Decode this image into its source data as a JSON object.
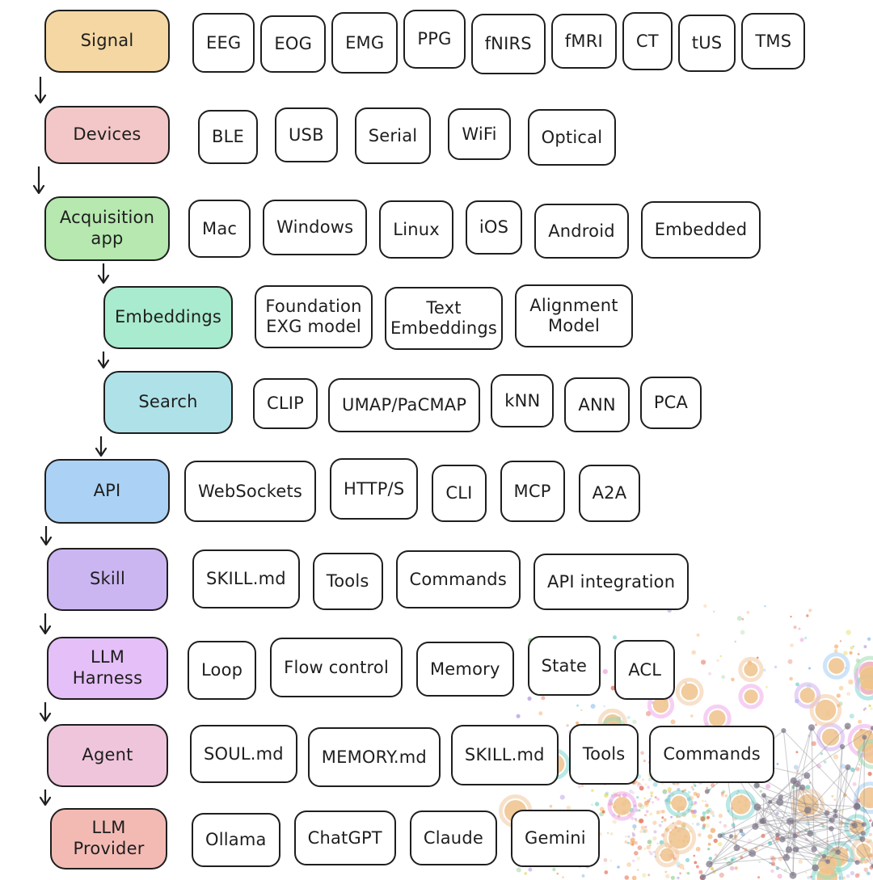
{
  "diagram": {
    "rows": [
      {
        "id": "signal",
        "label": "Signal",
        "color": "#f4d7a3",
        "chips": [
          "EEG",
          "EOG",
          "EMG",
          "PPG",
          "fNIRS",
          "fMRI",
          "CT",
          "tUS",
          "TMS"
        ]
      },
      {
        "id": "devices",
        "label": "Devices",
        "color": "#f3c7c7",
        "chips": [
          "BLE",
          "USB",
          "Serial",
          "WiFi",
          "Optical"
        ]
      },
      {
        "id": "acquisition-app",
        "label": "Acquisition app",
        "color": "#b6e8af",
        "chips": [
          "Mac",
          "Windows",
          "Linux",
          "iOS",
          "Android",
          "Embedded"
        ]
      },
      {
        "id": "embeddings",
        "label": "Embeddings",
        "color": "#a9ebce",
        "chips": [
          "Foundation EXG model",
          "Text Embeddings",
          "Alignment Model"
        ]
      },
      {
        "id": "search",
        "label": "Search",
        "color": "#aee2e8",
        "chips": [
          "CLIP",
          "UMAP/PaCMAP",
          "kNN",
          "ANN",
          "PCA"
        ]
      },
      {
        "id": "api",
        "label": "API",
        "color": "#abd2f4",
        "chips": [
          "WebSockets",
          "HTTP/S",
          "CLI",
          "MCP",
          "A2A"
        ]
      },
      {
        "id": "skill",
        "label": "Skill",
        "color": "#cbb6f2",
        "chips": [
          "SKILL.md",
          "Tools",
          "Commands",
          "API integration"
        ]
      },
      {
        "id": "llm-harness",
        "label": "LLM Harness",
        "color": "#e5bff7",
        "chips": [
          "Loop",
          "Flow control",
          "Memory",
          "State",
          "ACL"
        ]
      },
      {
        "id": "agent",
        "label": "Agent",
        "color": "#efc5dc",
        "chips": [
          "SOUL.md",
          "MEMORY.md",
          "SKILL.md",
          "Tools",
          "Commands"
        ]
      },
      {
        "id": "llm-provider",
        "label": "LLM Provider",
        "color": "#f3bab4",
        "chips": [
          "Ollama",
          "ChatGPT",
          "Claude",
          "Gemini"
        ]
      }
    ],
    "stroke_color": "#1e1e1e"
  },
  "background_art": {
    "description": "pastel embedding scatter with ringed dots and gray network graph in bottom-right corner",
    "dot_colors": [
      "#f2a25c",
      "#f2a25c",
      "#e2654a",
      "#e2654a",
      "#f6bd7e",
      "#7ab1e8",
      "#59c9bd",
      "#88c98a",
      "#e8d558",
      "#eba6d8",
      "#b39ae0"
    ],
    "ring_colors": [
      "#efa9ea",
      "#a5cdf2",
      "#9fdcb2",
      "#7fd6cf",
      "#d4aef0",
      "#f0c9a0"
    ],
    "big_dot_color": "#eec28b",
    "network_node_color": "#7d7586",
    "network_edge_color": "#8c8c94"
  }
}
